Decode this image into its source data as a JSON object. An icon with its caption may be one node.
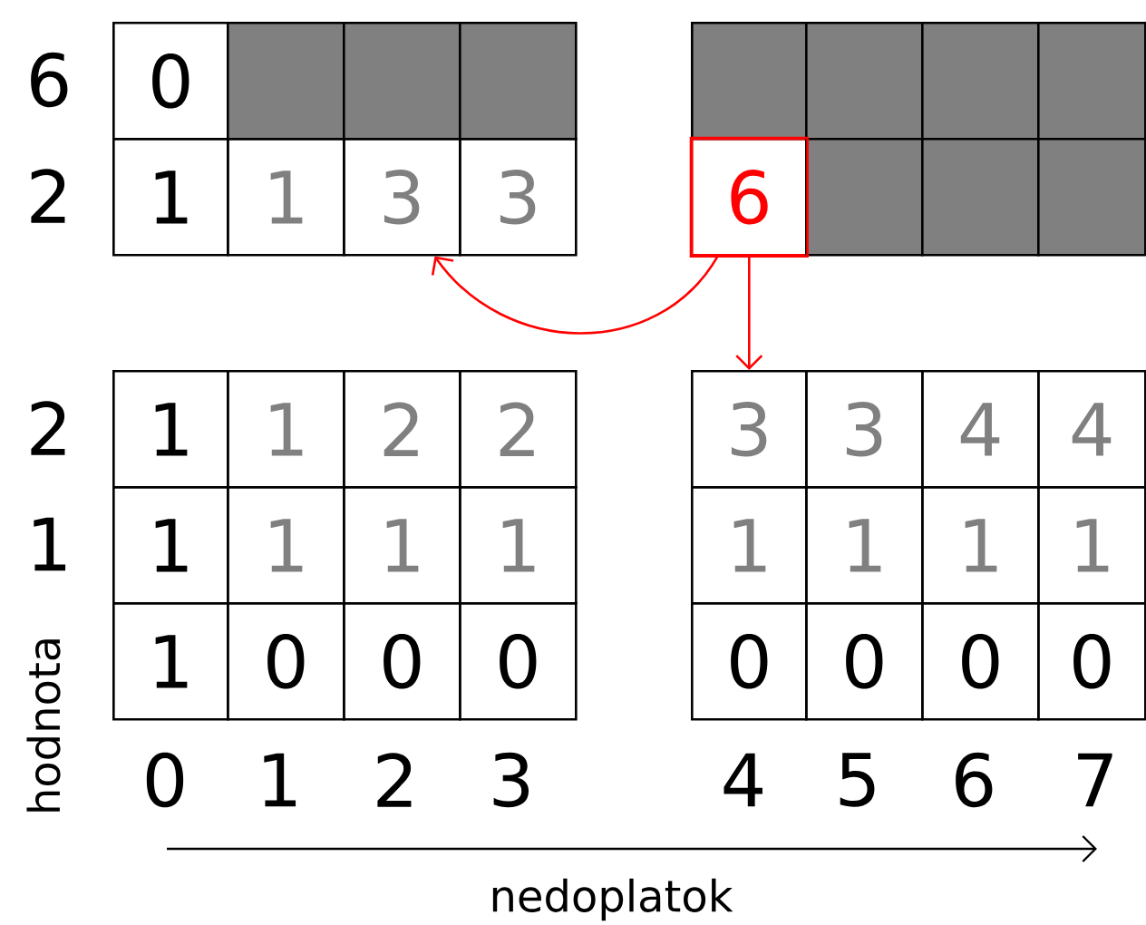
{
  "diagram": {
    "nodes": [
      {
        "text": [
          "0"
        ]
      },
      {
        "text": [],
        "shape": "box"
      },
      {
        "text": [],
        "shape": "box"
      },
      {
        "text": [],
        "shape": "box"
      },
      {
        "text": [],
        "shape": "box"
      },
      {
        "text": [],
        "shape": "box"
      },
      {
        "text": [],
        "shape": "box"
      },
      {
        "text": [],
        "shape": "box"
      },
      {
        "text": [
          "1"
        ]
      },
      {
        "text": [
          "1"
        ]
      },
      {
        "text": [
          "3"
        ]
      },
      {
        "text": [
          "3"
        ]
      },
      {
        "text": [
          "6"
        ]
      },
      {
        "text": [],
        "shape": "box"
      },
      {
        "text": [],
        "shape": "box"
      },
      {
        "text": [],
        "shape": "box"
      },
      {
        "text": [
          "1"
        ]
      },
      {
        "text": [
          "1"
        ]
      },
      {
        "text": [
          "2"
        ]
      },
      {
        "text": [
          "2"
        ]
      },
      {
        "text": [
          "3"
        ]
      },
      {
        "text": [
          "3"
        ]
      },
      {
        "text": [
          "4"
        ]
      },
      {
        "text": [
          "4"
        ]
      },
      {
        "text": [
          "1"
        ]
      },
      {
        "text": [
          "1"
        ]
      },
      {
        "text": [
          "1"
        ]
      },
      {
        "text": [
          "1"
        ]
      },
      {
        "text": [
          "1"
        ]
      },
      {
        "text": [
          "1"
        ]
      },
      {
        "text": [
          "1"
        ]
      },
      {
        "text": [
          "1"
        ]
      },
      {
        "text": [
          "1"
        ]
      },
      {
        "text": [
          "0"
        ]
      },
      {
        "text": [
          "0"
        ]
      },
      {
        "text": [
          "0"
        ]
      },
      {
        "text": [
          "0"
        ]
      },
      {
        "text": [
          "0"
        ]
      },
      {
        "text": [
          "0"
        ]
      },
      {
        "text": [
          "0"
        ]
      }
    ],
    "edges": [
      {
        "from": 12,
        "to": 10,
        "arrow": "to",
        "color": "#ff0000"
      },
      {
        "from": 12,
        "to": 20,
        "arrow": "to",
        "color": "#ff0000"
      }
    ],
    "labels": [
      "6",
      "2",
      "2",
      "1",
      "hodnota",
      "0",
      "1",
      "2",
      "3",
      "4",
      "5",
      "6",
      "7",
      "nedoplatok"
    ]
  }
}
